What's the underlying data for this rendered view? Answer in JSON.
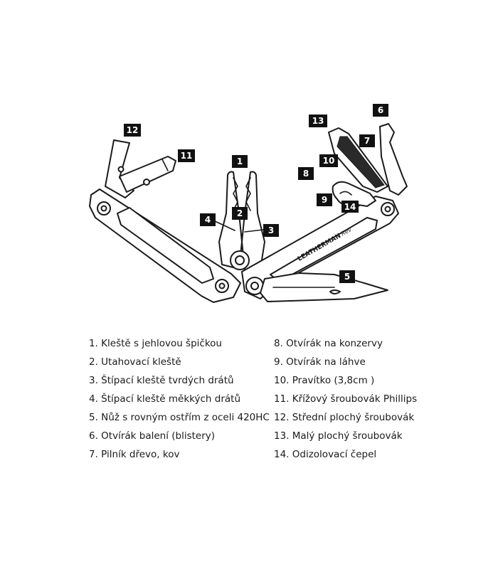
{
  "callouts": [
    "1",
    "2",
    "3",
    "4",
    "5",
    "6",
    "7",
    "8",
    "9",
    "10",
    "11",
    "12",
    "13",
    "14"
  ],
  "brand": "LEATHERMAN",
  "model": "Rev",
  "legend_left": [
    "1. Kleště s jehlovou špičkou",
    "2. Utahovací kleště",
    "3. Štípací kleště tvrdých drátů",
    "4. Štípací kleště měkkých drátů",
    "5. Nůž s rovným ostřím z oceli 420HC",
    "6. Otvírák balení (blistery)",
    "7. Pilník dřevo, kov"
  ],
  "legend_right": [
    "8. Otvírák na konzervy",
    "9. Otvírák na láhve",
    "10. Pravítko (3,8cm )",
    "11. Křížový šroubovák Phillips",
    "12. Střední plochý šroubovák",
    "13. Malý plochý šroubovák",
    "14. Odizolovací čepel"
  ]
}
